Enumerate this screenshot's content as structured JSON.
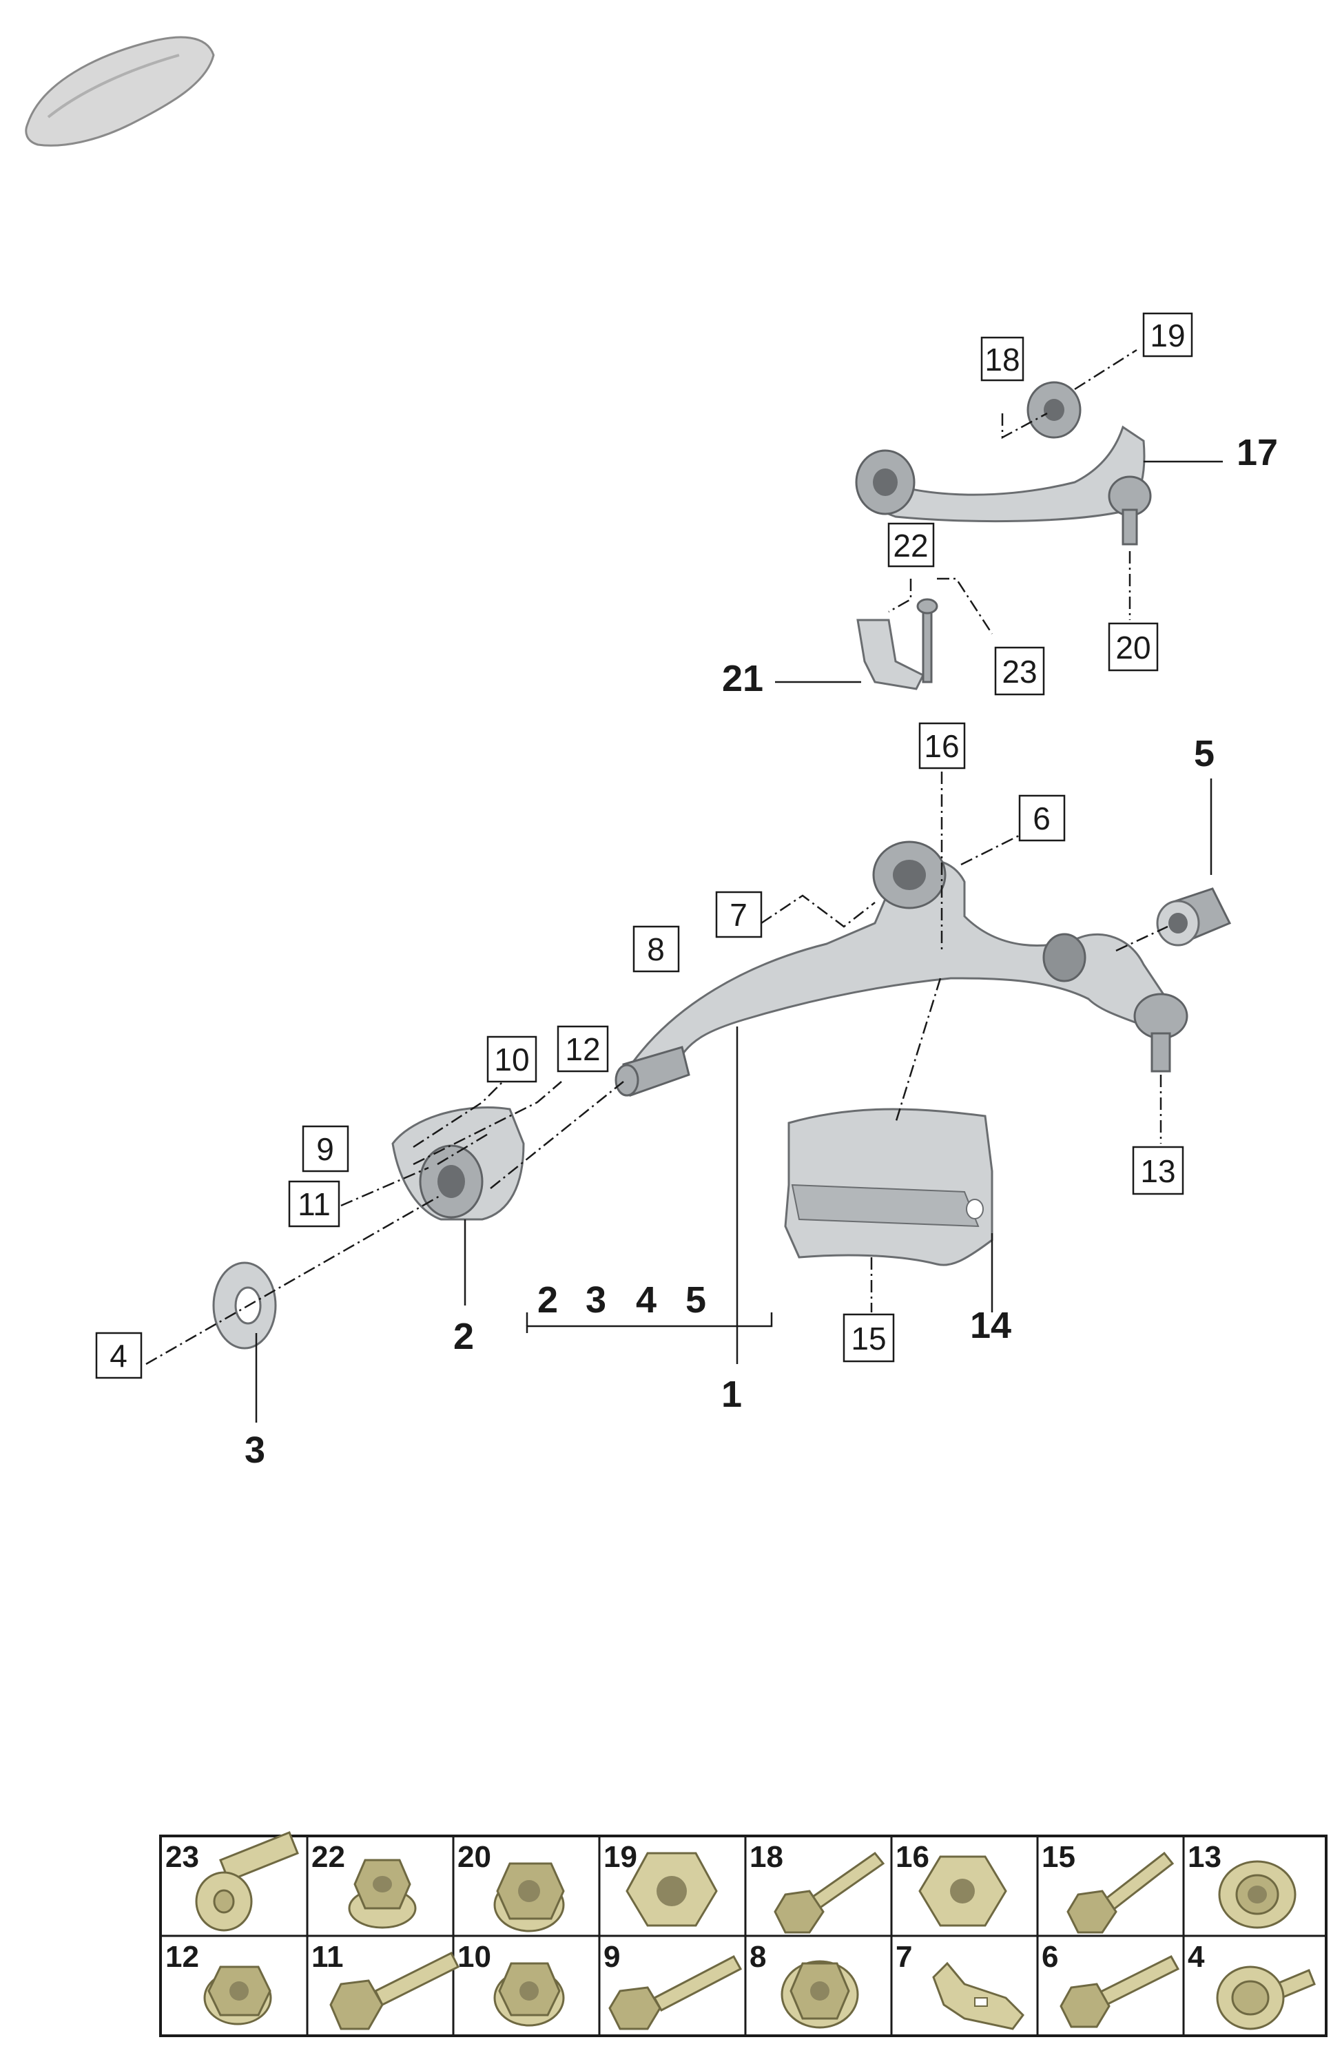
{
  "callouts": {
    "c4": "4",
    "c6": "6",
    "c7": "7",
    "c8": "8",
    "c9": "9",
    "c10": "10",
    "c11": "11",
    "c12": "12",
    "c13": "13",
    "c15": "15",
    "c16": "16",
    "c18": "18",
    "c19": "19",
    "c20": "20",
    "c22": "22",
    "c23": "23"
  },
  "part_labels": {
    "p1": "1",
    "p2": "2",
    "p3": "3",
    "p5": "5",
    "p14": "14",
    "p17": "17",
    "p21": "21",
    "group": [
      "2",
      "3",
      "4",
      "5"
    ]
  },
  "hardware_table": {
    "row1": [
      "23",
      "22",
      "20",
      "19",
      "18",
      "16",
      "15",
      "13"
    ],
    "row2": [
      "12",
      "11",
      "10",
      "9",
      "8",
      "7",
      "6",
      "4"
    ]
  }
}
